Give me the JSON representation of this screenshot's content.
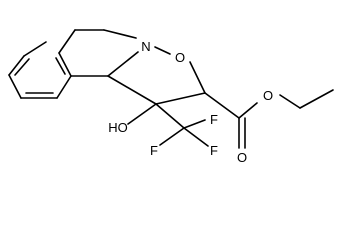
{
  "molecule": {
    "atoms": {
      "n": "N",
      "o_ring": "O",
      "ho": "HO",
      "f1": "F",
      "f2": "F",
      "f3": "F",
      "o_carbonyl": "O",
      "o_ester": "O"
    },
    "colors": {
      "bond": "#000000",
      "label": "#000000",
      "background": "#ffffff"
    }
  }
}
